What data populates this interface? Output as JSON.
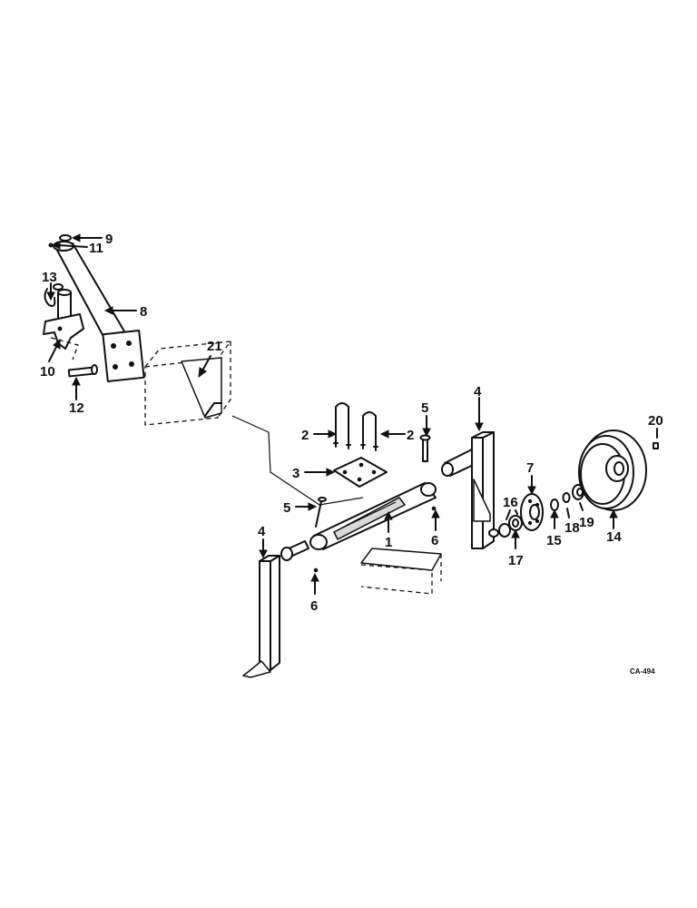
{
  "callouts": {
    "c1": "1",
    "c2a": "2",
    "c2b": "2",
    "c3": "3",
    "c4a": "4",
    "c4b": "4",
    "c5a": "5",
    "c5b": "5",
    "c6a": "6",
    "c6b": "6",
    "c7": "7",
    "c8": "8",
    "c9": "9",
    "c10": "10",
    "c11": "11",
    "c12": "12",
    "c13": "13",
    "c14": "14",
    "c15": "15",
    "c16": "16",
    "c17": "17",
    "c18": "18",
    "c19": "19",
    "c20": "20",
    "c21": "21"
  },
  "figure_code": "CA-494"
}
